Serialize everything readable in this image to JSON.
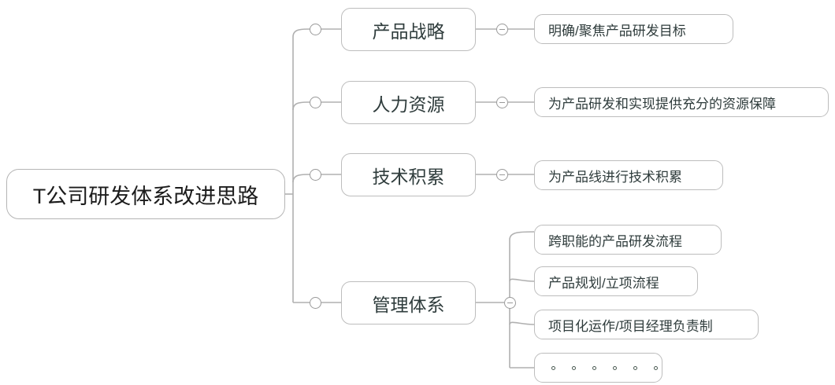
{
  "diagram": {
    "type": "mind-map",
    "title": "T公司研发体系改进思路",
    "colors": {
      "background": "#ffffff",
      "node_border": "#bdbdbd",
      "node_fill": "#ffffff",
      "text": "#2f3c3c",
      "root_text": "#1c1c1c",
      "connector": "#b0b0b0",
      "marker_border": "#9a9a9a"
    },
    "root": {
      "label": "T公司研发体系改进思路"
    },
    "branches": [
      {
        "label": "产品战略",
        "marker": "collapse-minus-icon",
        "children": [
          {
            "label": "明确/聚焦产品研发目标"
          }
        ]
      },
      {
        "label": "人力资源",
        "marker": "collapse-minus-icon",
        "children": [
          {
            "label": "为产品研发和实现提供充分的资源保障"
          }
        ]
      },
      {
        "label": "技术积累",
        "marker": "collapse-minus-icon",
        "children": [
          {
            "label": "为产品线进行技术积累"
          }
        ]
      },
      {
        "label": "管理体系",
        "marker": "collapse-minus-icon",
        "children": [
          {
            "label": "跨职能的产品研发流程"
          },
          {
            "label": "产品规划/立项流程"
          },
          {
            "label": "项目化运作/项目经理负责制"
          },
          {
            "label": "",
            "dots": 6,
            "dots_label": "。。。。。。"
          }
        ]
      }
    ]
  }
}
